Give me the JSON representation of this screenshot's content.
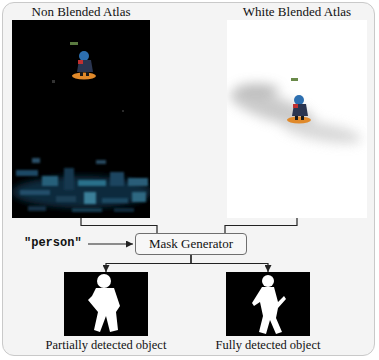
{
  "diagram": {
    "nodes": [
      {
        "text": [
          "Non Blended Atlas"
        ]
      },
      {
        "text": [
          "White Blended Atlas"
        ]
      },
      {
        "text": [
          "Mask Generator"
        ]
      },
      {
        "text": [
          "Partially detected object"
        ]
      },
      {
        "text": [
          "Fully detected object"
        ]
      }
    ],
    "edges": [
      {
        "from": 0,
        "to": 2,
        "arrow": "none"
      },
      {
        "from": 1,
        "to": 2,
        "arrow": "none"
      },
      {
        "from": 2,
        "to": 3,
        "arrow": "to"
      },
      {
        "from": 2,
        "to": 4,
        "arrow": "to"
      }
    ],
    "labels": [
      "\"person\""
    ]
  }
}
